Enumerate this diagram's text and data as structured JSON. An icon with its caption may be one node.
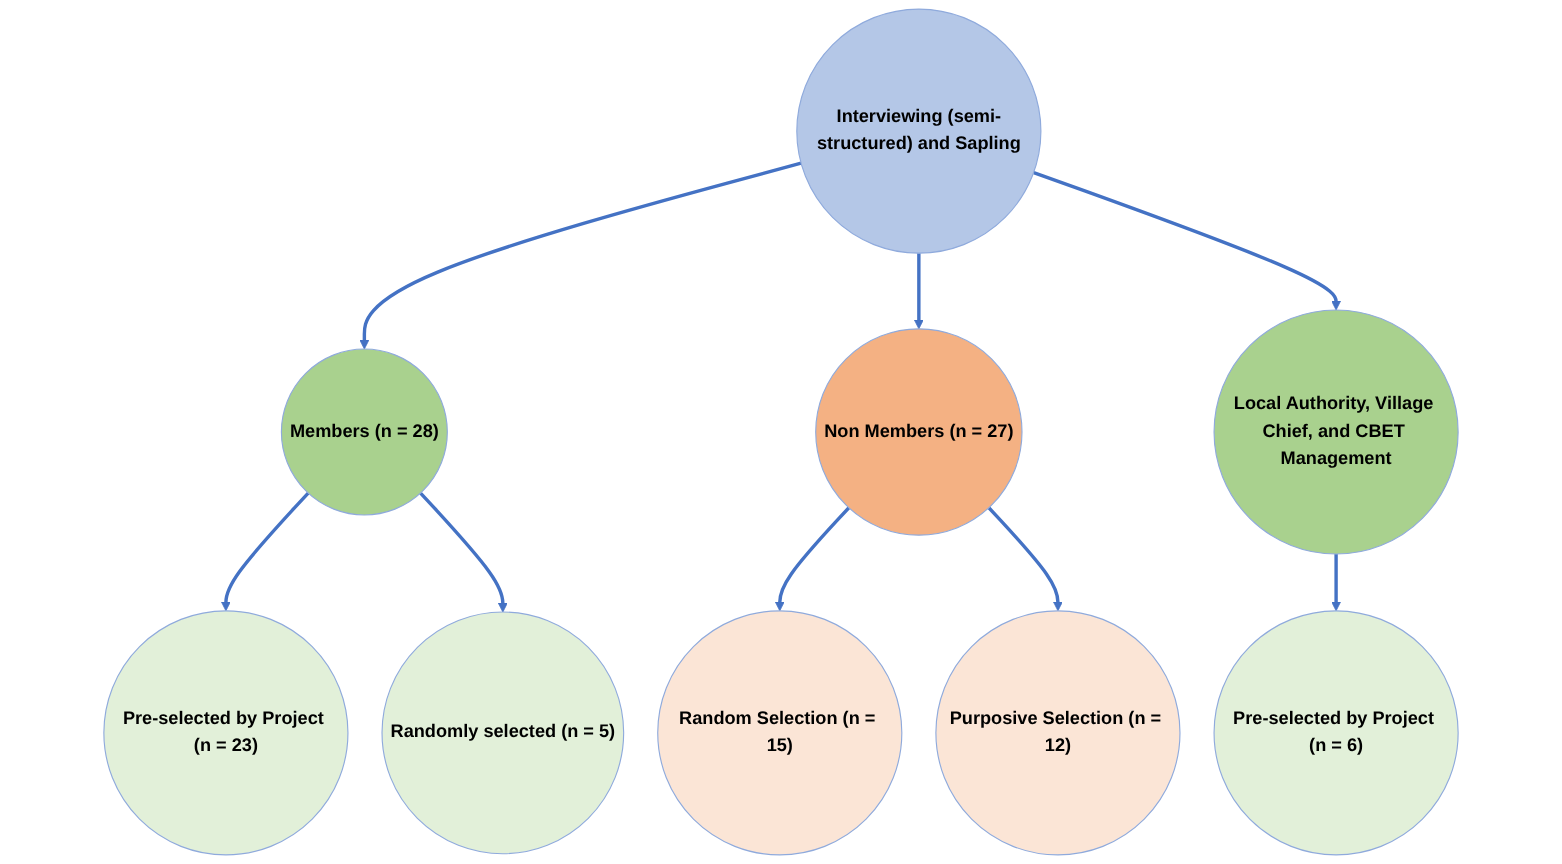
{
  "diagram": {
    "nodes": [
      {
        "text": [
          "Interviewing (semi-structured) and Sapling"
        ]
      },
      {
        "text": [
          "Members (n = 28)"
        ]
      },
      {
        "text": [
          "Non Members (n = 27)"
        ]
      },
      {
        "text": [
          "Pre-selected by Project (n = 23)"
        ]
      },
      {
        "text": [
          "Randomly selected (n = 5)"
        ]
      },
      {
        "text": [
          "Random Selection (n = 15)"
        ]
      },
      {
        "text": [
          "Purposive Selection (n = 12)"
        ]
      },
      {
        "text": [
          "Local Authority, Village Chief, and CBET Management"
        ]
      },
      {
        "text": [
          "Pre-selected by Project (n = 6)"
        ]
      }
    ],
    "edges": [
      {
        "from": 0,
        "to": 1,
        "arrow": "to"
      },
      {
        "from": 0,
        "to": 2,
        "arrow": "to"
      },
      {
        "from": 0,
        "to": 7,
        "arrow": "to"
      },
      {
        "from": 1,
        "to": 3,
        "arrow": "to"
      },
      {
        "from": 1,
        "to": 4,
        "arrow": "to"
      },
      {
        "from": 2,
        "to": 5,
        "arrow": "to"
      },
      {
        "from": 2,
        "to": 6,
        "arrow": "to"
      },
      {
        "from": 7,
        "to": 8,
        "arrow": "to"
      }
    ]
  }
}
